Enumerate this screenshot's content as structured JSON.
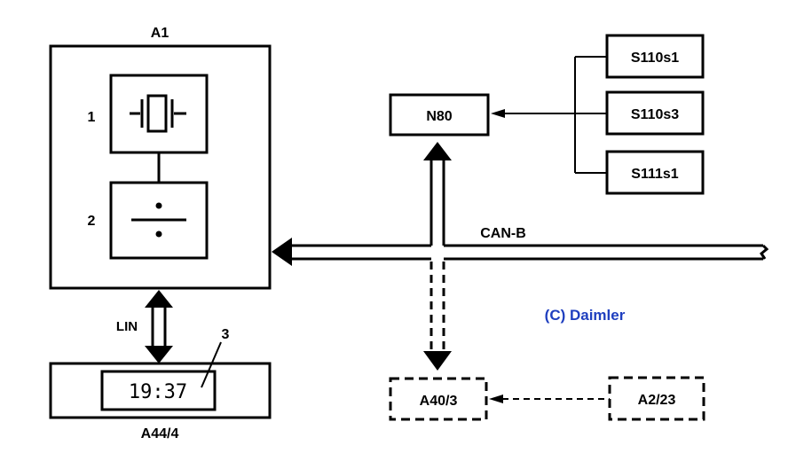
{
  "labels": {
    "a1": "A1",
    "item_1": "1",
    "item_2": "2",
    "item_3": "3",
    "n80": "N80",
    "s110s1": "S110s1",
    "s110s3": "S110s3",
    "s111s1": "S111s1",
    "can_b": "CAN-B",
    "lin": "LIN",
    "a44_4": "A44/4",
    "a40_3": "A40/3",
    "a2_23": "A2/23"
  },
  "clock_display": "19:37",
  "copyright": "(C) Daimler",
  "colors": {
    "lines": "#000000",
    "background": "#ffffff",
    "copyright": "#1f3fbf"
  }
}
